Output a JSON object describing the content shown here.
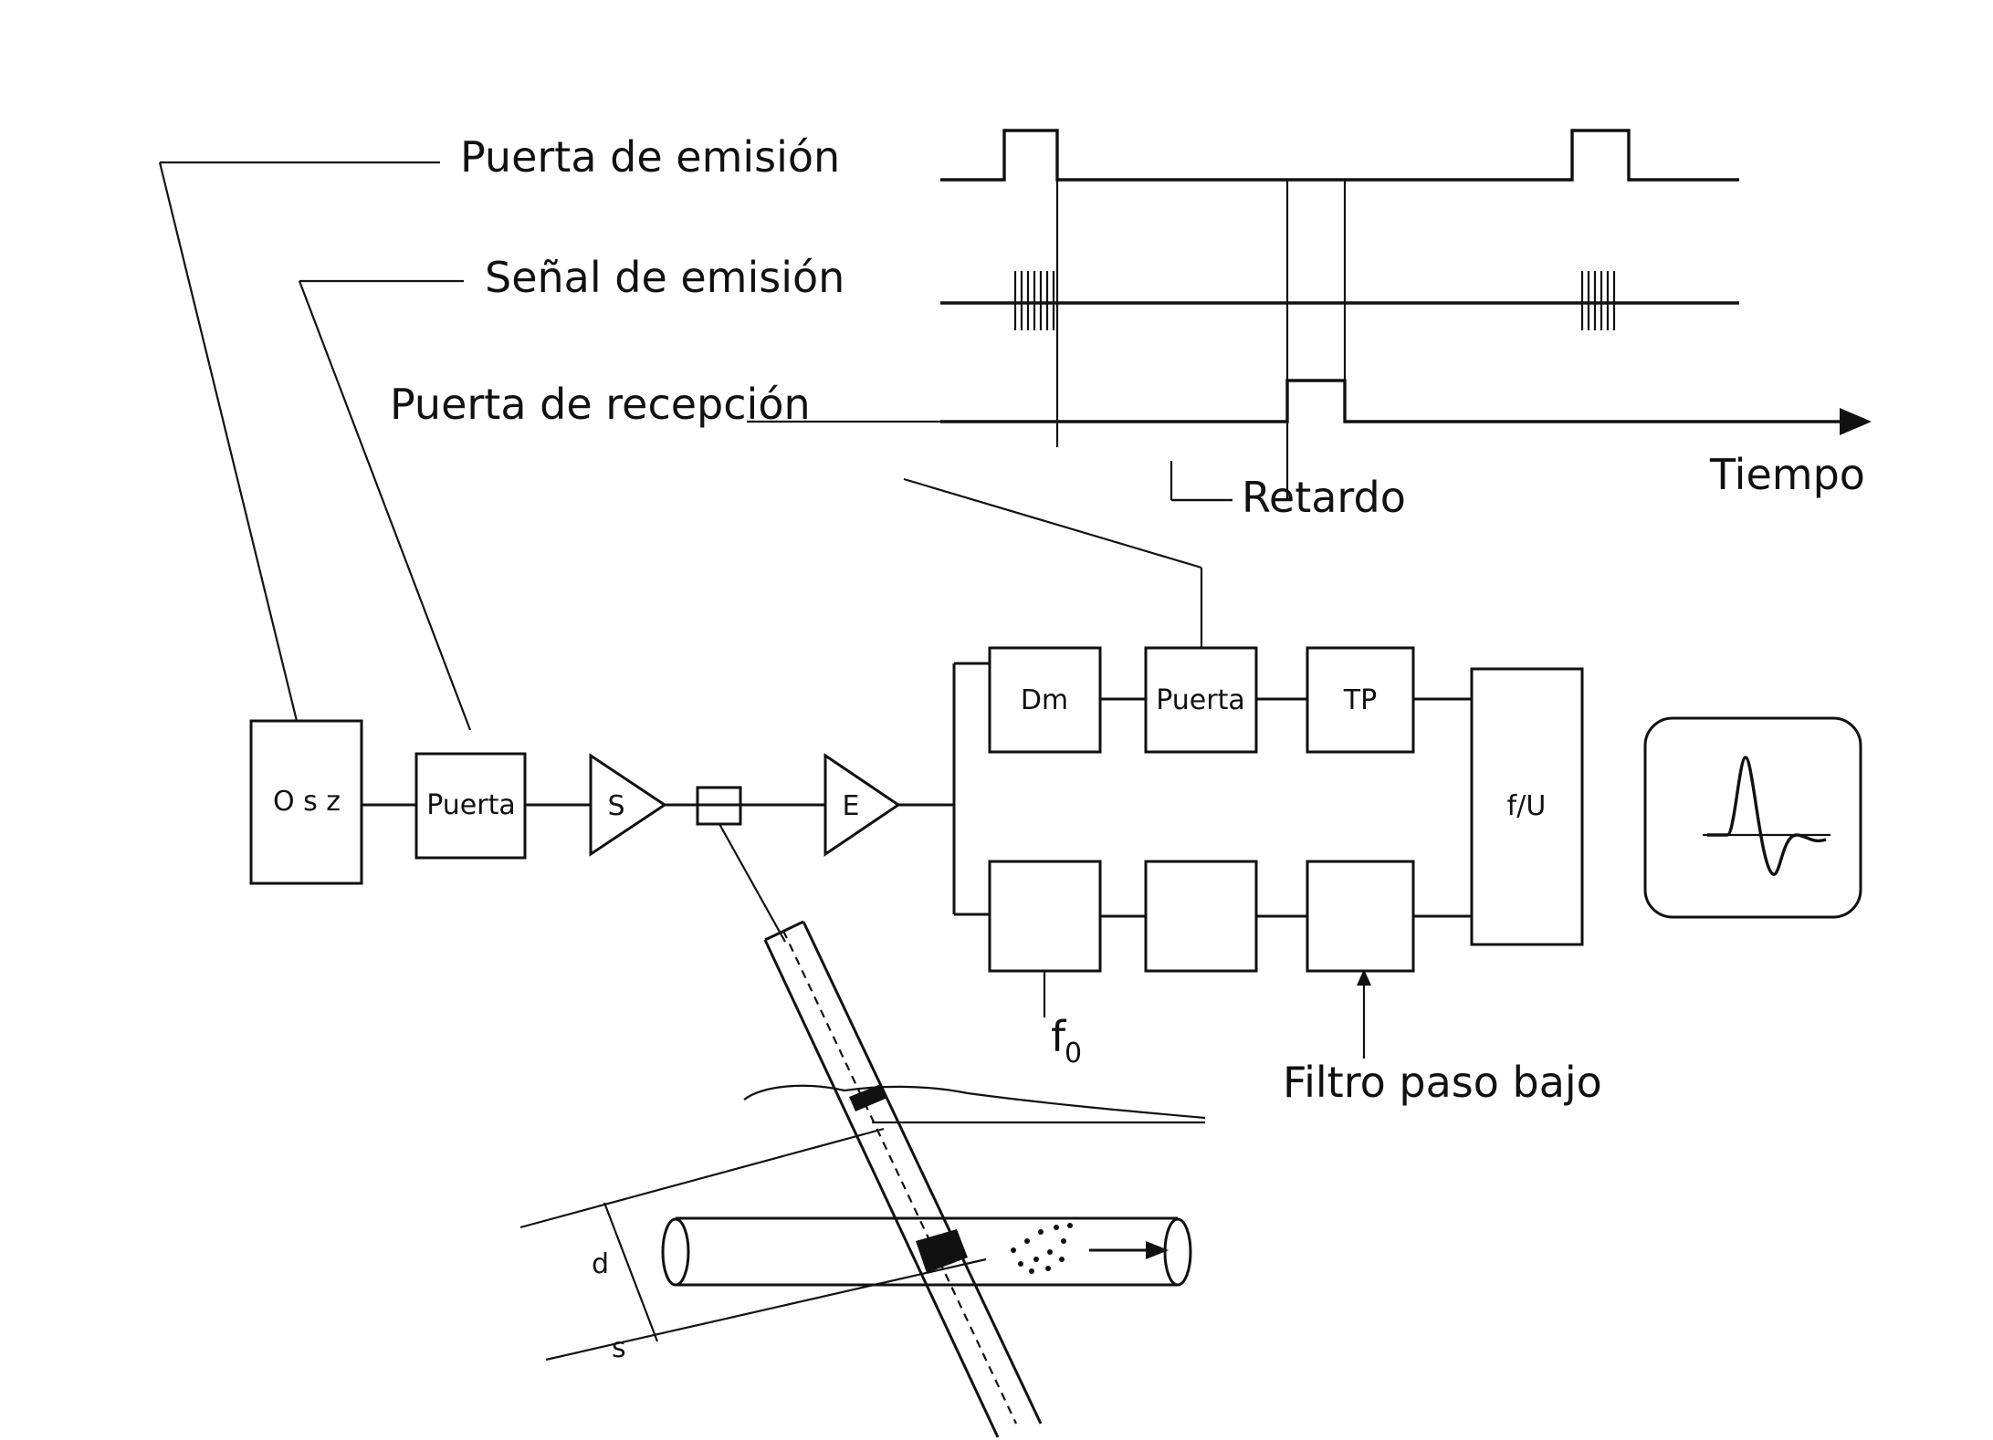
{
  "labels": {
    "puerta_emision": "Puerta de emisión",
    "senal_emision": "Señal de emisión",
    "puerta_recepcion": "Puerta de recepción",
    "tiempo": "Tiempo",
    "retardo": "Retardo",
    "filtro_paso_bajo": "Filtro paso bajo",
    "f0_main": "f",
    "f0_sub": "0",
    "d": "d",
    "s": "s"
  },
  "blocks": {
    "osz": "O s z",
    "puerta1": "Puerta",
    "s": "S",
    "e": "E",
    "dm": "Dm",
    "puerta2": "Puerta",
    "tp": "TP",
    "fu": "f/U"
  }
}
